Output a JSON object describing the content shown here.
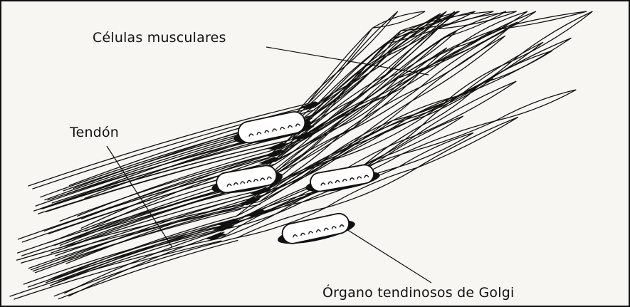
{
  "labels": {
    "muscle_cells": "Células musculares",
    "tendon": "Tendón",
    "golgi_organ": "Órgano tendinosos de Golgi"
  },
  "colors": {
    "ink": "#111111",
    "paper": "#f7f6f3"
  }
}
